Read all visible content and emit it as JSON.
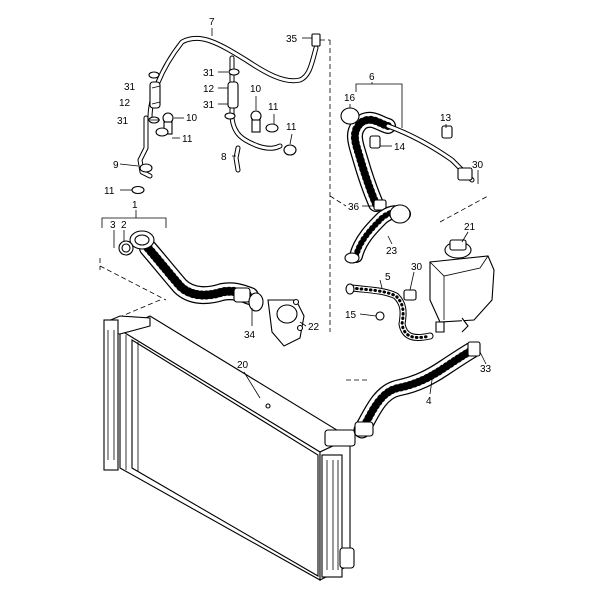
{
  "callouts": [
    {
      "id": "c1",
      "text": "1"
    },
    {
      "id": "c2",
      "text": "2"
    },
    {
      "id": "c3",
      "text": "3"
    },
    {
      "id": "c4",
      "text": "4"
    },
    {
      "id": "c5",
      "text": "5"
    },
    {
      "id": "c6",
      "text": "6"
    },
    {
      "id": "c7",
      "text": "7"
    },
    {
      "id": "c8",
      "text": "8"
    },
    {
      "id": "c9",
      "text": "9"
    },
    {
      "id": "c10a",
      "text": "10"
    },
    {
      "id": "c10b",
      "text": "10"
    },
    {
      "id": "c11a",
      "text": "11"
    },
    {
      "id": "c11b",
      "text": "11"
    },
    {
      "id": "c11c",
      "text": "11"
    },
    {
      "id": "c11d",
      "text": "11"
    },
    {
      "id": "c12a",
      "text": "12"
    },
    {
      "id": "c12b",
      "text": "12"
    },
    {
      "id": "c13",
      "text": "13"
    },
    {
      "id": "c14",
      "text": "14"
    },
    {
      "id": "c15",
      "text": "15"
    },
    {
      "id": "c16",
      "text": "16"
    },
    {
      "id": "c20",
      "text": "20"
    },
    {
      "id": "c21",
      "text": "21"
    },
    {
      "id": "c22",
      "text": "22"
    },
    {
      "id": "c23",
      "text": "23"
    },
    {
      "id": "c30a",
      "text": "30"
    },
    {
      "id": "c30b",
      "text": "30"
    },
    {
      "id": "c31a",
      "text": "31"
    },
    {
      "id": "c31b",
      "text": "31"
    },
    {
      "id": "c31c",
      "text": "31"
    },
    {
      "id": "c31d",
      "text": "31"
    },
    {
      "id": "c33",
      "text": "33"
    },
    {
      "id": "c34",
      "text": "34"
    },
    {
      "id": "c35",
      "text": "35"
    },
    {
      "id": "c36",
      "text": "36"
    }
  ]
}
